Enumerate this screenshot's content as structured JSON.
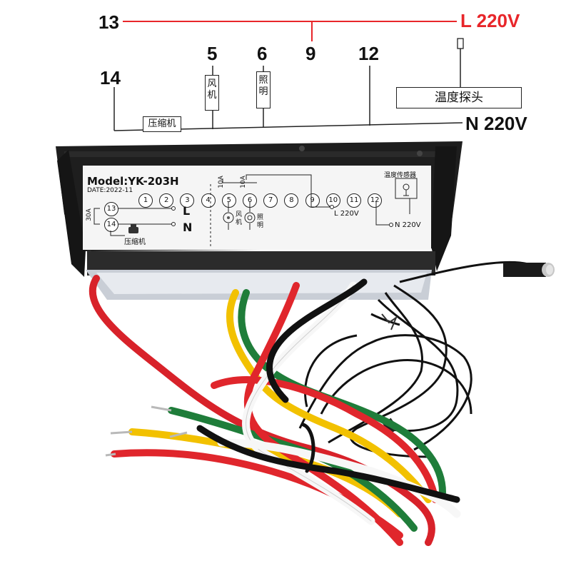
{
  "top_labels": {
    "t13": "13",
    "l220": "L 220V",
    "t9": "9",
    "t5": "5",
    "t6": "6",
    "t12": "12",
    "t14": "14",
    "n220": "N 220V"
  },
  "boxes": {
    "fan": "风机",
    "light": "照明",
    "compressor": "压缩机",
    "probe": "温度探头"
  },
  "card": {
    "model": "Model:YK-203H",
    "date": "DATE:2022-11",
    "terminals": [
      "1",
      "2",
      "3",
      "4",
      "5",
      "6",
      "7",
      "8",
      "9",
      "10",
      "11",
      "12"
    ],
    "left_terminals": [
      "13",
      "14"
    ],
    "L": "L",
    "N": "N",
    "rating_30a": "30A",
    "rating_10a_a": "10A",
    "rating_10a_b": "10A",
    "compressor": "压缩机",
    "fan": "风机",
    "light": "照明",
    "l220": "L 220V",
    "n220": "N 220V",
    "sensor": "温度传感器"
  },
  "colors": {
    "red_wire": "#e8262a",
    "device_body": "#1e1e1e",
    "accent_text": "#e8262a"
  }
}
